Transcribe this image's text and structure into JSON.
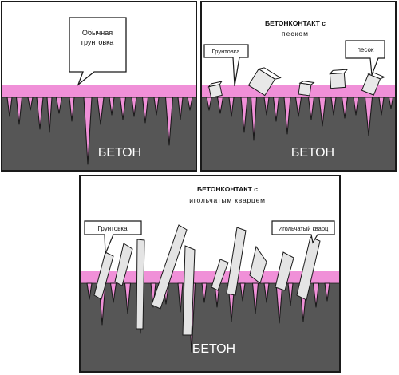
{
  "panel_top_left": {
    "callout": "Обычная грунтовка",
    "callout_lines": [
      "Обычная",
      "грунтовка"
    ],
    "base_label": "БЕТОН"
  },
  "panel_top_right": {
    "title_lines": [
      "БЕТОНКОНТАКТ с",
      "песком"
    ],
    "callout_left": "Грунтовка",
    "callout_right": "песок",
    "base_label": "БЕТОН"
  },
  "panel_bottom": {
    "title_lines": [
      "БЕТОНКОНТАКТ с",
      "игольчатым кварцем"
    ],
    "callout_left": "Грунтовка",
    "callout_right": "Игольчатый кварц",
    "base_label": "БЕТОН"
  },
  "colors": {
    "concrete": "#565656",
    "primer": "#f090d8",
    "outline": "#1a1a1a",
    "particle": "#e8e8e8"
  }
}
